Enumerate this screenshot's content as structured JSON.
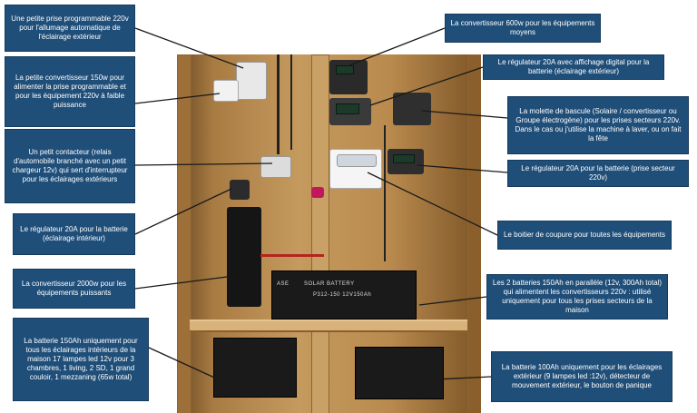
{
  "callouts": {
    "prise_programmable": "Une petite prise programmable 220v pour l'allumage automatique de l'éclairage extérieur",
    "petite_convertisseur": "La petite convertisseur 150w pour alimenter la prise programmable et pour les équipement 220v à faible puissance",
    "petit_contacteur": "Un petit contacteur (relais d'automobile branché avec un petit chargeur 12v) qui sert d'interrupteur pour les éclairages extérieurs",
    "regulateur_interieur": "Le régulateur 20A pour la batterie (éclairage intérieur)",
    "convertisseur_2000w": "La convertisseur 2000w pour les équipements puissants",
    "batterie_150ah": "La batterie 150Ah uniquement pour tous les éclairages intérieurs de la maison 17 lampes led 12v pour 3 chambres, 1 living, 2 SD, 1 grand couloir, 1 mezzaning (65w total)",
    "convertisseur_600w": "La convertisseur 600w pour les équipements moyens",
    "regulateur_digital": "Le régulateur 20A avec affichage digital pour la batterie (éclairage extérieur)",
    "molette_bascule": "La molette de bascule (Solaire / convertisseur ou Groupe électrogène) pour les prises secteurs 220v. Dans le cas ou j'utilise la machine à laver, ou on fait la fête",
    "regulateur_secteur": "Le régulateur 20A pour la batterie (prise secteur 220v)",
    "boitier_coupure": "Le boitier de coupure pour toutes les équipements",
    "batteries_paralleles": "Les 2 batteries 150Ah en parallèle (12v, 300Ah total) qui alimentent les convertisseurs 220v : utilisé uniquement pour tous les prises secteurs de la maison",
    "batterie_100ah": "La batterie 100Ah uniquement pour les éclairages extérieur (9 lampes led :12v), détecteur de mouvement extérieur, le bouton de panique"
  },
  "photo": {
    "battery_brand": "ASE",
    "battery_type": "SOLAR BATTERY",
    "battery_model": "P312-150 12V150Ah"
  },
  "colors": {
    "callout_fill": "#1f4e79",
    "callout_text": "#ffffff",
    "leader_line": "#1a1a1a"
  }
}
